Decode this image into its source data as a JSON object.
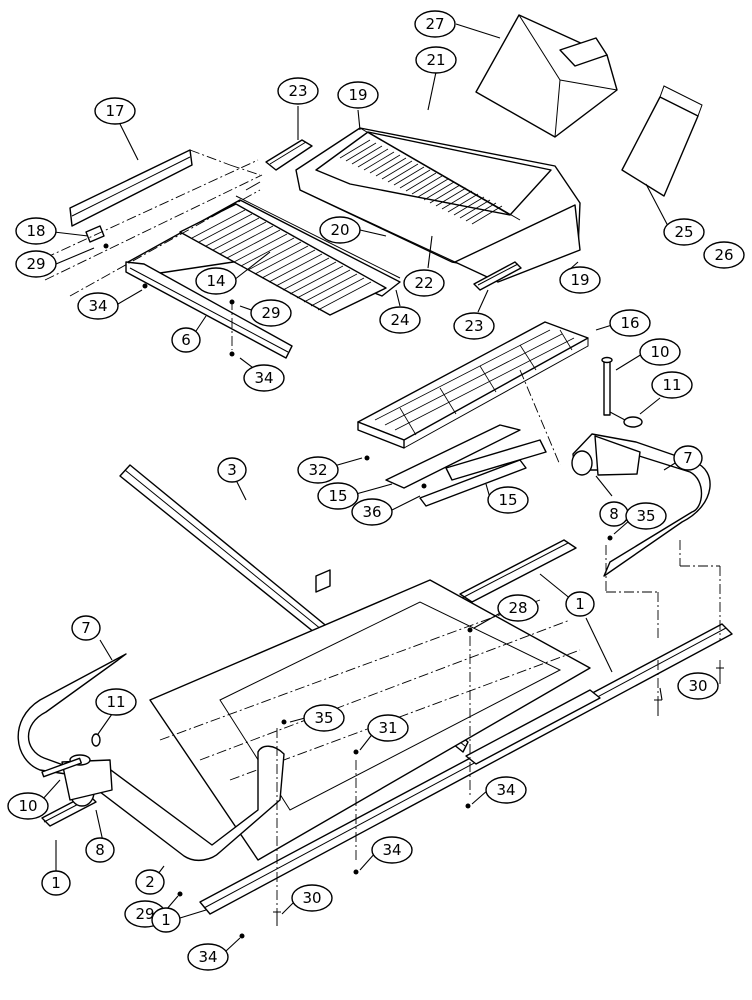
{
  "diagram": {
    "part_numbers": [
      "27",
      "23",
      "19",
      "21",
      "17",
      "18",
      "29",
      "20",
      "14",
      "22",
      "19",
      "34",
      "29",
      "24",
      "23",
      "6",
      "34",
      "16",
      "10",
      "11",
      "7",
      "3",
      "32",
      "15",
      "36",
      "15",
      "8",
      "35",
      "1",
      "28",
      "7",
      "30",
      "11",
      "35",
      "31",
      "34",
      "10",
      "8",
      "34",
      "1",
      "2",
      "29",
      "30",
      "1",
      "34",
      "25",
      "26"
    ]
  }
}
